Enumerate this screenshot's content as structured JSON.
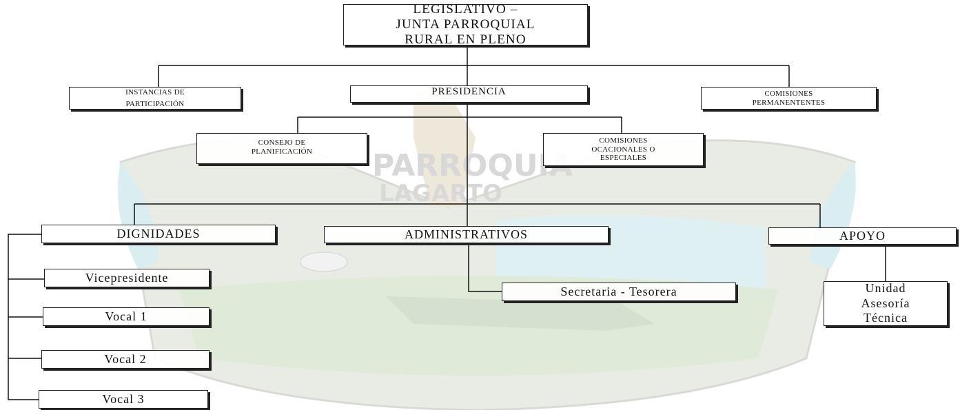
{
  "chart": {
    "top": {
      "line1": "LEGISLATIVO –",
      "line2": "JUNTA PARROQUIAL",
      "line3": "RURAL EN PLENO"
    },
    "level2": {
      "instancias": {
        "line1": "INSTANCIAS DE",
        "line2": "PARTICIPACIÓN"
      },
      "presidencia": {
        "line1": "PRESIDENCIA"
      },
      "comisiones_permanentes": {
        "line1": "COMISIONES",
        "line2": "PERMANENTENTES"
      }
    },
    "level3": {
      "consejo": {
        "line1": "CONSEJO DE",
        "line2": "PLANIFICACIÓN"
      },
      "comisiones_ocasionales": {
        "line1": "COMISIONES",
        "line2": "OCACIONALES O",
        "line3": "ESPECIALES"
      }
    },
    "level4": {
      "dignidades": {
        "line1": "DIGNIDADES"
      },
      "administrativos": {
        "line1": "ADMINISTRATIVOS"
      },
      "apoyo": {
        "line1": "APOYO"
      }
    },
    "dignidades_items": [
      {
        "label": "Vicepresidente"
      },
      {
        "label": "Vocal 1"
      },
      {
        "label": "Vocal 2"
      },
      {
        "label": "Vocal 3"
      }
    ],
    "secretaria": {
      "line1": "Secretaria - Tesorera"
    },
    "unidad": {
      "line1": "Unidad",
      "line2": "Asesoría",
      "line3": "Técnica"
    }
  },
  "watermark": {
    "line1": "PARROQUIA",
    "line2": "LAGARTO"
  }
}
